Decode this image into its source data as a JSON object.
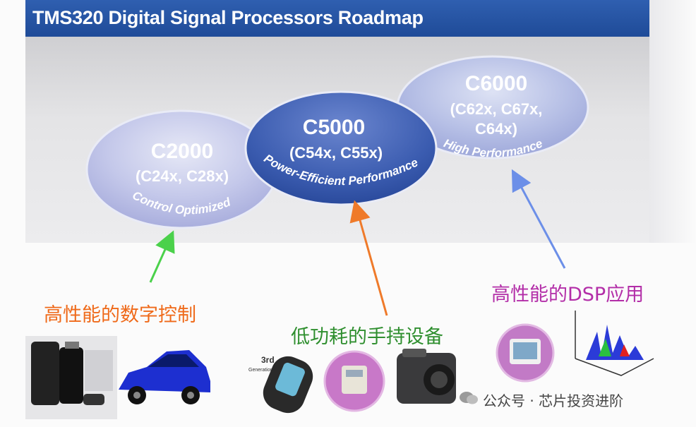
{
  "title": "TMS320 Digital Signal Processors Roadmap",
  "families": [
    {
      "name": "C2000",
      "variants": "(C24x, C28x)",
      "tagline": "Control Optimized"
    },
    {
      "name": "C5000",
      "variants": "(C54x, C55x)",
      "tagline": "Power-Efficient Performance"
    },
    {
      "name": "C6000",
      "variants_line1": "(C62x, C67x,",
      "variants_line2": "C64x)",
      "tagline": "High Performance"
    }
  ],
  "applications": [
    {
      "label": "高性能的数字控制",
      "color": "#ef6a1a"
    },
    {
      "label": "低功耗的手持设备",
      "color": "#2f8f2f"
    },
    {
      "label": "高性能的DSP应用",
      "color": "#b32ea8"
    }
  ],
  "arrow_colors": {
    "c2000": "#4bd14b",
    "c5000": "#ef7a2a",
    "c6000": "#6c8fe8"
  },
  "handheld_badge": {
    "line1": "3rd",
    "line2": "Generation"
  },
  "watermark": "公众号 · 芯片投资进阶"
}
